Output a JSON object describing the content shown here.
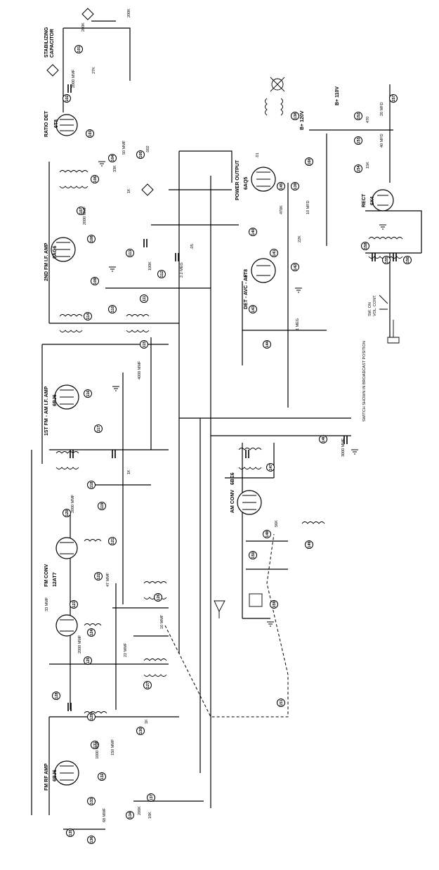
{
  "stages": {
    "rf_amp": "FM RF AMP",
    "rf_tube": "6BJ6",
    "conv": "FM CONV",
    "conv_tube": "12AT7",
    "if1": "1ST FM - AM I.F. AMP",
    "if1_tube": "6BJ6",
    "if2": "2ND FM I.F. AMP",
    "if2_tube": "6AG6",
    "ratio": "RATIO DET",
    "ratio_tube": "6T8",
    "am_conv": "AM CONV",
    "am_conv_tube": "6BE6",
    "det": "DET - AVC - AF",
    "det_tube": "6T8",
    "power": "POWER OUTPUT",
    "power_tube": "6AQ5",
    "rect": "RECT",
    "rect_tube": "6X4"
  },
  "labels": {
    "stabilizing": "STABILIZING",
    "capacitor": "CAPACITOR",
    "switch_note": "SWITCH SHOWN IN BROADCAST POSITION",
    "b_plus_110": "B+ 110V",
    "b_plus_120": "B+ 120V",
    "sw": "SW. ON",
    "vol_cont": "VOL. CONT."
  },
  "values": {
    "v_2000mmf": "2000 MMF",
    "v_27k": "27K",
    "v_50mmf": "50 MMF",
    "v_33k": "33K",
    "v_002": ".002",
    "v_1k": "1K",
    "v_100k": "100K",
    "v_22meg": "2.2 MEG",
    "v_05": ".05",
    "v_4000": "4000 MMF",
    "v_22k": "22K",
    "v_470k": "470K",
    "v_01": ".01",
    "v_10mfd": "10 MFD",
    "v_20mfd": "20 MFD",
    "v_40mfd": "40 MFD",
    "v_470": "470",
    "v_15k": "15K",
    "v_1meg": "1 MEG",
    "v_3000": "3000 MMF",
    "v_10mmf": "10 MMF",
    "v_47": "47 MMF",
    "v_56k": "56K",
    "v_22": "22 MMF",
    "v_33": "33 MMF",
    "v_150": "150 MMF",
    "v_1000": "1000 MMF",
    "v_68": "68 MMF",
    "v_18k": "18K",
    "v_200k": "200K",
    "v_200": "200K"
  },
  "tags": [
    "101",
    "102",
    "103",
    "104",
    "105",
    "106",
    "107",
    "108",
    "109",
    "110",
    "111",
    "112",
    "113",
    "114",
    "115",
    "116",
    "117",
    "118",
    "119",
    "120",
    "121",
    "122",
    "123",
    "124",
    "125",
    "126",
    "127",
    "128",
    "129",
    "130",
    "131",
    "132",
    "133",
    "134",
    "135",
    "136",
    "137",
    "138",
    "139",
    "140",
    "141",
    "142",
    "143",
    "144",
    "145",
    "146",
    "147",
    "148",
    "149",
    "150",
    "151",
    "152",
    "153",
    "154",
    "155",
    "156",
    "157",
    "158",
    "159",
    "160"
  ]
}
